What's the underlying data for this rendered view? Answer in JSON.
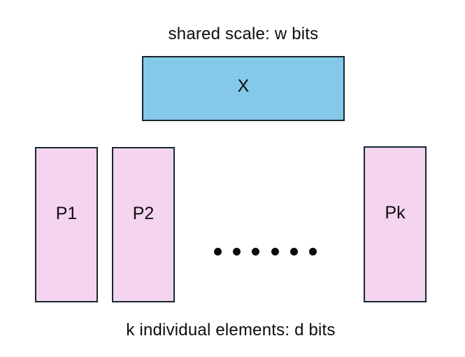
{
  "diagram": {
    "caption_top": "shared scale: w bits",
    "caption_bottom": "k individual elements: d bits",
    "shared_scale_block": {
      "label": "X"
    },
    "element_blocks": [
      {
        "label": "P1"
      },
      {
        "label": "P2"
      },
      {
        "label": "Pk"
      }
    ],
    "ellipsis_dot_count": 6,
    "colors": {
      "shared_fill": "#85C9E8",
      "element_fill": "#F5D4F0",
      "border": "#16262F",
      "text": "#0D0D0D",
      "dot": "#0A0A0A",
      "background": "#FFFFFF"
    }
  }
}
